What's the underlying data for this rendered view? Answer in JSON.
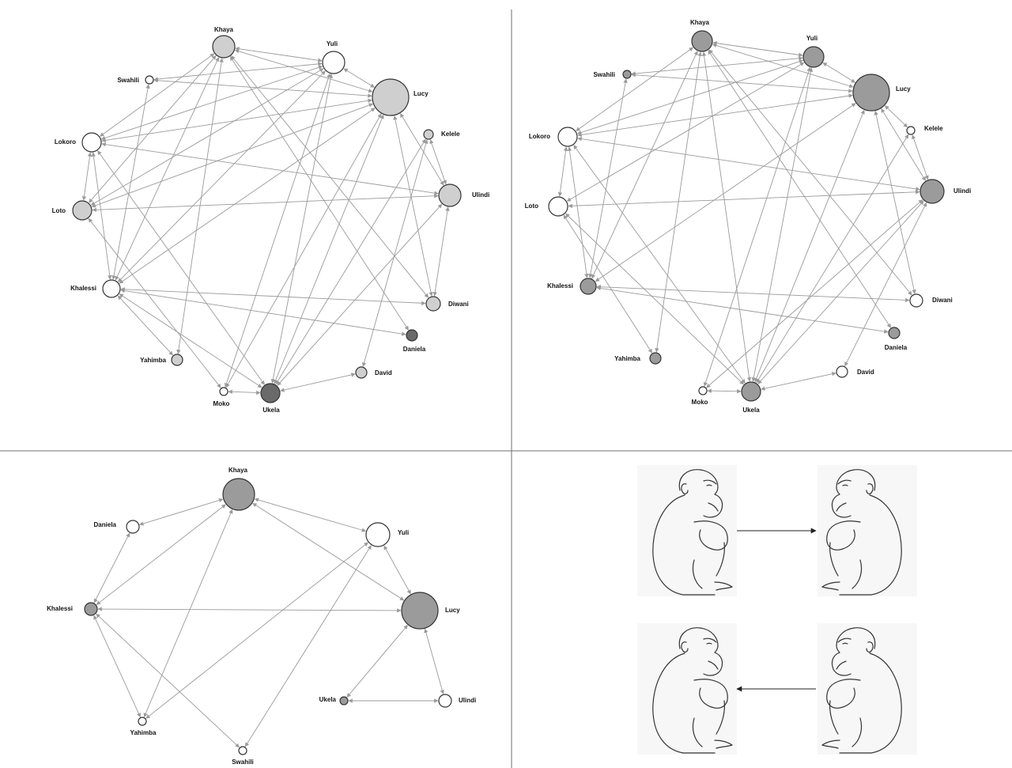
{
  "colors": {
    "white": "#ffffff",
    "light_gray": "#cfcfcf",
    "mid_gray": "#9b9b9b",
    "dark_gray": "#6a6a6a",
    "edge": "#9a9a9a"
  },
  "panels": [
    {
      "id": "top-left",
      "nodes": [
        {
          "label": "Khaya",
          "fill": "light_gray"
        },
        {
          "label": "Yuli",
          "fill": "white"
        },
        {
          "label": "Swahili",
          "fill": "white"
        },
        {
          "label": "Lucy",
          "fill": "light_gray"
        },
        {
          "label": "Kelele",
          "fill": "light_gray"
        },
        {
          "label": "Lokoro",
          "fill": "white"
        },
        {
          "label": "Ulindi",
          "fill": "light_gray"
        },
        {
          "label": "Loto",
          "fill": "light_gray"
        },
        {
          "label": "Khalessi",
          "fill": "white"
        },
        {
          "label": "Diwani",
          "fill": "light_gray"
        },
        {
          "label": "Daniela",
          "fill": "dark_gray"
        },
        {
          "label": "Yahimba",
          "fill": "light_gray"
        },
        {
          "label": "David",
          "fill": "light_gray"
        },
        {
          "label": "Moko",
          "fill": "white"
        },
        {
          "label": "Ukela",
          "fill": "dark_gray"
        }
      ],
      "edges": [
        [
          "Khaya",
          "Yuli"
        ],
        [
          "Khaya",
          "Lucy"
        ],
        [
          "Khaya",
          "Lokoro"
        ],
        [
          "Khaya",
          "Khalessi"
        ],
        [
          "Khaya",
          "Yahimba"
        ],
        [
          "Khaya",
          "Diwani"
        ],
        [
          "Khaya",
          "Daniela"
        ],
        [
          "Khaya",
          "Loto"
        ],
        [
          "Yuli",
          "Lucy"
        ],
        [
          "Yuli",
          "Lokoro"
        ],
        [
          "Yuli",
          "Loto"
        ],
        [
          "Yuli",
          "Khalessi"
        ],
        [
          "Yuli",
          "Ukela"
        ],
        [
          "Yuli",
          "Moko"
        ],
        [
          "Yuli",
          "Swahili"
        ],
        [
          "Swahili",
          "Lucy"
        ],
        [
          "Swahili",
          "Khalessi"
        ],
        [
          "Lucy",
          "Lokoro"
        ],
        [
          "Lucy",
          "Loto"
        ],
        [
          "Lucy",
          "Khalessi"
        ],
        [
          "Lucy",
          "Ulindi"
        ],
        [
          "Lucy",
          "Diwani"
        ],
        [
          "Lucy",
          "Ukela"
        ],
        [
          "Lucy",
          "Moko"
        ],
        [
          "Kelele",
          "Ulindi"
        ],
        [
          "Kelele",
          "David"
        ],
        [
          "Lokoro",
          "Ulindi"
        ],
        [
          "Lokoro",
          "Loto"
        ],
        [
          "Lokoro",
          "Khalessi"
        ],
        [
          "Lokoro",
          "Ukela"
        ],
        [
          "Ulindi",
          "Loto"
        ],
        [
          "Ulindi",
          "Diwani"
        ],
        [
          "Ulindi",
          "Ukela"
        ],
        [
          "Loto",
          "Moko"
        ],
        [
          "Khalessi",
          "Diwani"
        ],
        [
          "Khalessi",
          "Daniela"
        ],
        [
          "Khalessi",
          "Ukela"
        ],
        [
          "Yahimba",
          "Khalessi"
        ],
        [
          "Moko",
          "Ukela"
        ],
        [
          "Ukela",
          "David"
        ],
        [
          "Ukela",
          "Kelele"
        ]
      ]
    },
    {
      "id": "top-right",
      "nodes": [
        {
          "label": "Khaya",
          "fill": "mid_gray"
        },
        {
          "label": "Yuli",
          "fill": "mid_gray"
        },
        {
          "label": "Swahili",
          "fill": "mid_gray"
        },
        {
          "label": "Lucy",
          "fill": "mid_gray"
        },
        {
          "label": "Kelele",
          "fill": "white"
        },
        {
          "label": "Lokoro",
          "fill": "white"
        },
        {
          "label": "Ulindi",
          "fill": "mid_gray"
        },
        {
          "label": "Loto",
          "fill": "white"
        },
        {
          "label": "Khalessi",
          "fill": "mid_gray"
        },
        {
          "label": "Diwani",
          "fill": "white"
        },
        {
          "label": "Daniela",
          "fill": "mid_gray"
        },
        {
          "label": "Yahimba",
          "fill": "mid_gray"
        },
        {
          "label": "David",
          "fill": "white"
        },
        {
          "label": "Moko",
          "fill": "white"
        },
        {
          "label": "Ukela",
          "fill": "mid_gray"
        }
      ],
      "edges": [
        [
          "Khaya",
          "Yuli"
        ],
        [
          "Khaya",
          "Lucy"
        ],
        [
          "Khaya",
          "Lokoro"
        ],
        [
          "Khaya",
          "Khalessi"
        ],
        [
          "Khaya",
          "Yahimba"
        ],
        [
          "Khaya",
          "Diwani"
        ],
        [
          "Khaya",
          "Daniela"
        ],
        [
          "Yuli",
          "Lucy"
        ],
        [
          "Yuli",
          "Lokoro"
        ],
        [
          "Yuli",
          "Loto"
        ],
        [
          "Yuli",
          "Ukela"
        ],
        [
          "Yuli",
          "Moko"
        ],
        [
          "Yuli",
          "Swahili"
        ],
        [
          "Swahili",
          "Lucy"
        ],
        [
          "Swahili",
          "Khalessi"
        ],
        [
          "Lucy",
          "Lokoro"
        ],
        [
          "Lucy",
          "Khalessi"
        ],
        [
          "Lucy",
          "Ulindi"
        ],
        [
          "Lucy",
          "Diwani"
        ],
        [
          "Lucy",
          "Ukela"
        ],
        [
          "Lucy",
          "Kelele"
        ],
        [
          "Kelele",
          "Ulindi"
        ],
        [
          "Kelele",
          "Ukela"
        ],
        [
          "Lokoro",
          "Ulindi"
        ],
        [
          "Lokoro",
          "Loto"
        ],
        [
          "Lokoro",
          "Khalessi"
        ],
        [
          "Lokoro",
          "Ukela"
        ],
        [
          "Ulindi",
          "Loto"
        ],
        [
          "Ulindi",
          "David"
        ],
        [
          "Ulindi",
          "Ukela"
        ],
        [
          "Ulindi",
          "Moko"
        ],
        [
          "Loto",
          "Ukela"
        ],
        [
          "Loto",
          "Yahimba"
        ],
        [
          "Khalessi",
          "Diwani"
        ],
        [
          "Khalessi",
          "Daniela"
        ],
        [
          "Moko",
          "Ukela"
        ],
        [
          "Ukela",
          "David"
        ],
        [
          "Ukela",
          "Khaya"
        ]
      ]
    },
    {
      "id": "bottom-left",
      "nodes": [
        {
          "label": "Khaya",
          "fill": "mid_gray"
        },
        {
          "label": "Daniela",
          "fill": "white"
        },
        {
          "label": "Yuli",
          "fill": "white"
        },
        {
          "label": "Khalessi",
          "fill": "mid_gray"
        },
        {
          "label": "Lucy",
          "fill": "mid_gray"
        },
        {
          "label": "Ukela",
          "fill": "mid_gray"
        },
        {
          "label": "Ulindi",
          "fill": "white"
        },
        {
          "label": "Yahimba",
          "fill": "white"
        },
        {
          "label": "Swahili",
          "fill": "white"
        }
      ],
      "edges": [
        [
          "Khaya",
          "Daniela"
        ],
        [
          "Khaya",
          "Khalessi"
        ],
        [
          "Khaya",
          "Lucy"
        ],
        [
          "Khaya",
          "Yuli"
        ],
        [
          "Khaya",
          "Yahimba"
        ],
        [
          "Daniela",
          "Khalessi"
        ],
        [
          "Yuli",
          "Lucy"
        ],
        [
          "Yuli",
          "Yahimba"
        ],
        [
          "Yuli",
          "Swahili"
        ],
        [
          "Khalessi",
          "Lucy"
        ],
        [
          "Khalessi",
          "Yahimba"
        ],
        [
          "Khalessi",
          "Swahili"
        ],
        [
          "Lucy",
          "Ukela"
        ],
        [
          "Lucy",
          "Ulindi"
        ],
        [
          "Ukela",
          "Ulindi"
        ]
      ]
    }
  ],
  "illustration": {
    "rows": [
      {
        "from_facing": "right",
        "to_facing": "left",
        "arrow_direction": "right"
      },
      {
        "from_facing": "left",
        "to_facing": "right",
        "arrow_direction": "left"
      }
    ]
  }
}
